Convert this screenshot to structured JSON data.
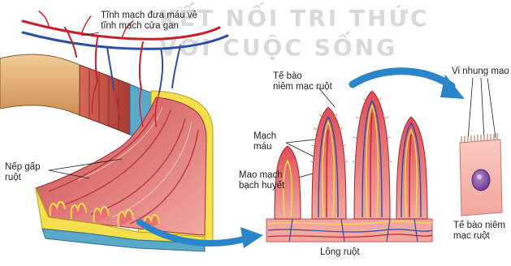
{
  "watermark": {
    "line1": "KẾT NỐI TRI THỨC",
    "line2": "VỚI CUỘC SỐNG"
  },
  "labels": {
    "veins": "Tĩnh mạch đưa máu về\ntĩnh mạch cửa gan",
    "folds": "Nếp gấp\nruột",
    "mucosa_cells": "Tế bào\nniêm mạc ruột",
    "blood_vessels": "Mạch\nmáu",
    "lymph_capillary": "Mao mạch\nbạch huyết",
    "villi_title": "Lông ruột",
    "microvilli": "Vi nhung mao",
    "mucosa_cell_detail": "Tế bào niêm\nmạc ruột"
  },
  "colors": {
    "outer_tan": "#e8b57a",
    "muscle_red": "#c2544a",
    "blue_layer": "#5aa9c9",
    "yellow": "#f4e04d",
    "tissue_pink": "#e46f72",
    "arrow_blue": "#2a86c8",
    "vein_blue": "#2b4fa6",
    "artery_red": "#c8202a",
    "cell_pink": "#f6b9b0",
    "nucleus_purple": "#8e5ab0"
  }
}
